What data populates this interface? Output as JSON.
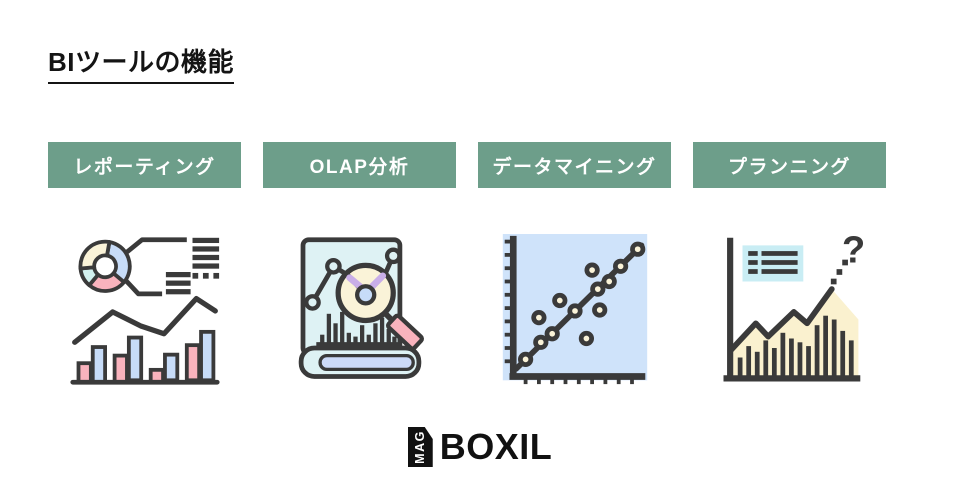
{
  "header": {
    "title": "BIツールの機能"
  },
  "features": [
    {
      "label": "レポーティング",
      "icon": "reporting-chart-icon"
    },
    {
      "label": "OLAP分析",
      "icon": "olap-analysis-icon"
    },
    {
      "label": "データマイニング",
      "icon": "data-mining-scatter-icon"
    },
    {
      "label": "プランニング",
      "icon": "planning-forecast-icon",
      "icon_text": "?"
    }
  ],
  "footer": {
    "logo_tag": "MAG",
    "logo_name": "BOXIL"
  },
  "colors": {
    "badge_green": "#6d9e8a",
    "outline_dark": "#3a3a3a",
    "pink": "#f9b3bd",
    "light_blue": "#c7dcf8",
    "cream": "#faf3d8",
    "light_cyan": "#d2f0ee",
    "document_cyan": "#def2f4",
    "periwinkle": "#ccdaf8",
    "purple": "#c9aee8",
    "scatter_bg": "#cfe3fa",
    "legend_cyan": "#c9edf4",
    "area_cream": "#faf1cf"
  }
}
